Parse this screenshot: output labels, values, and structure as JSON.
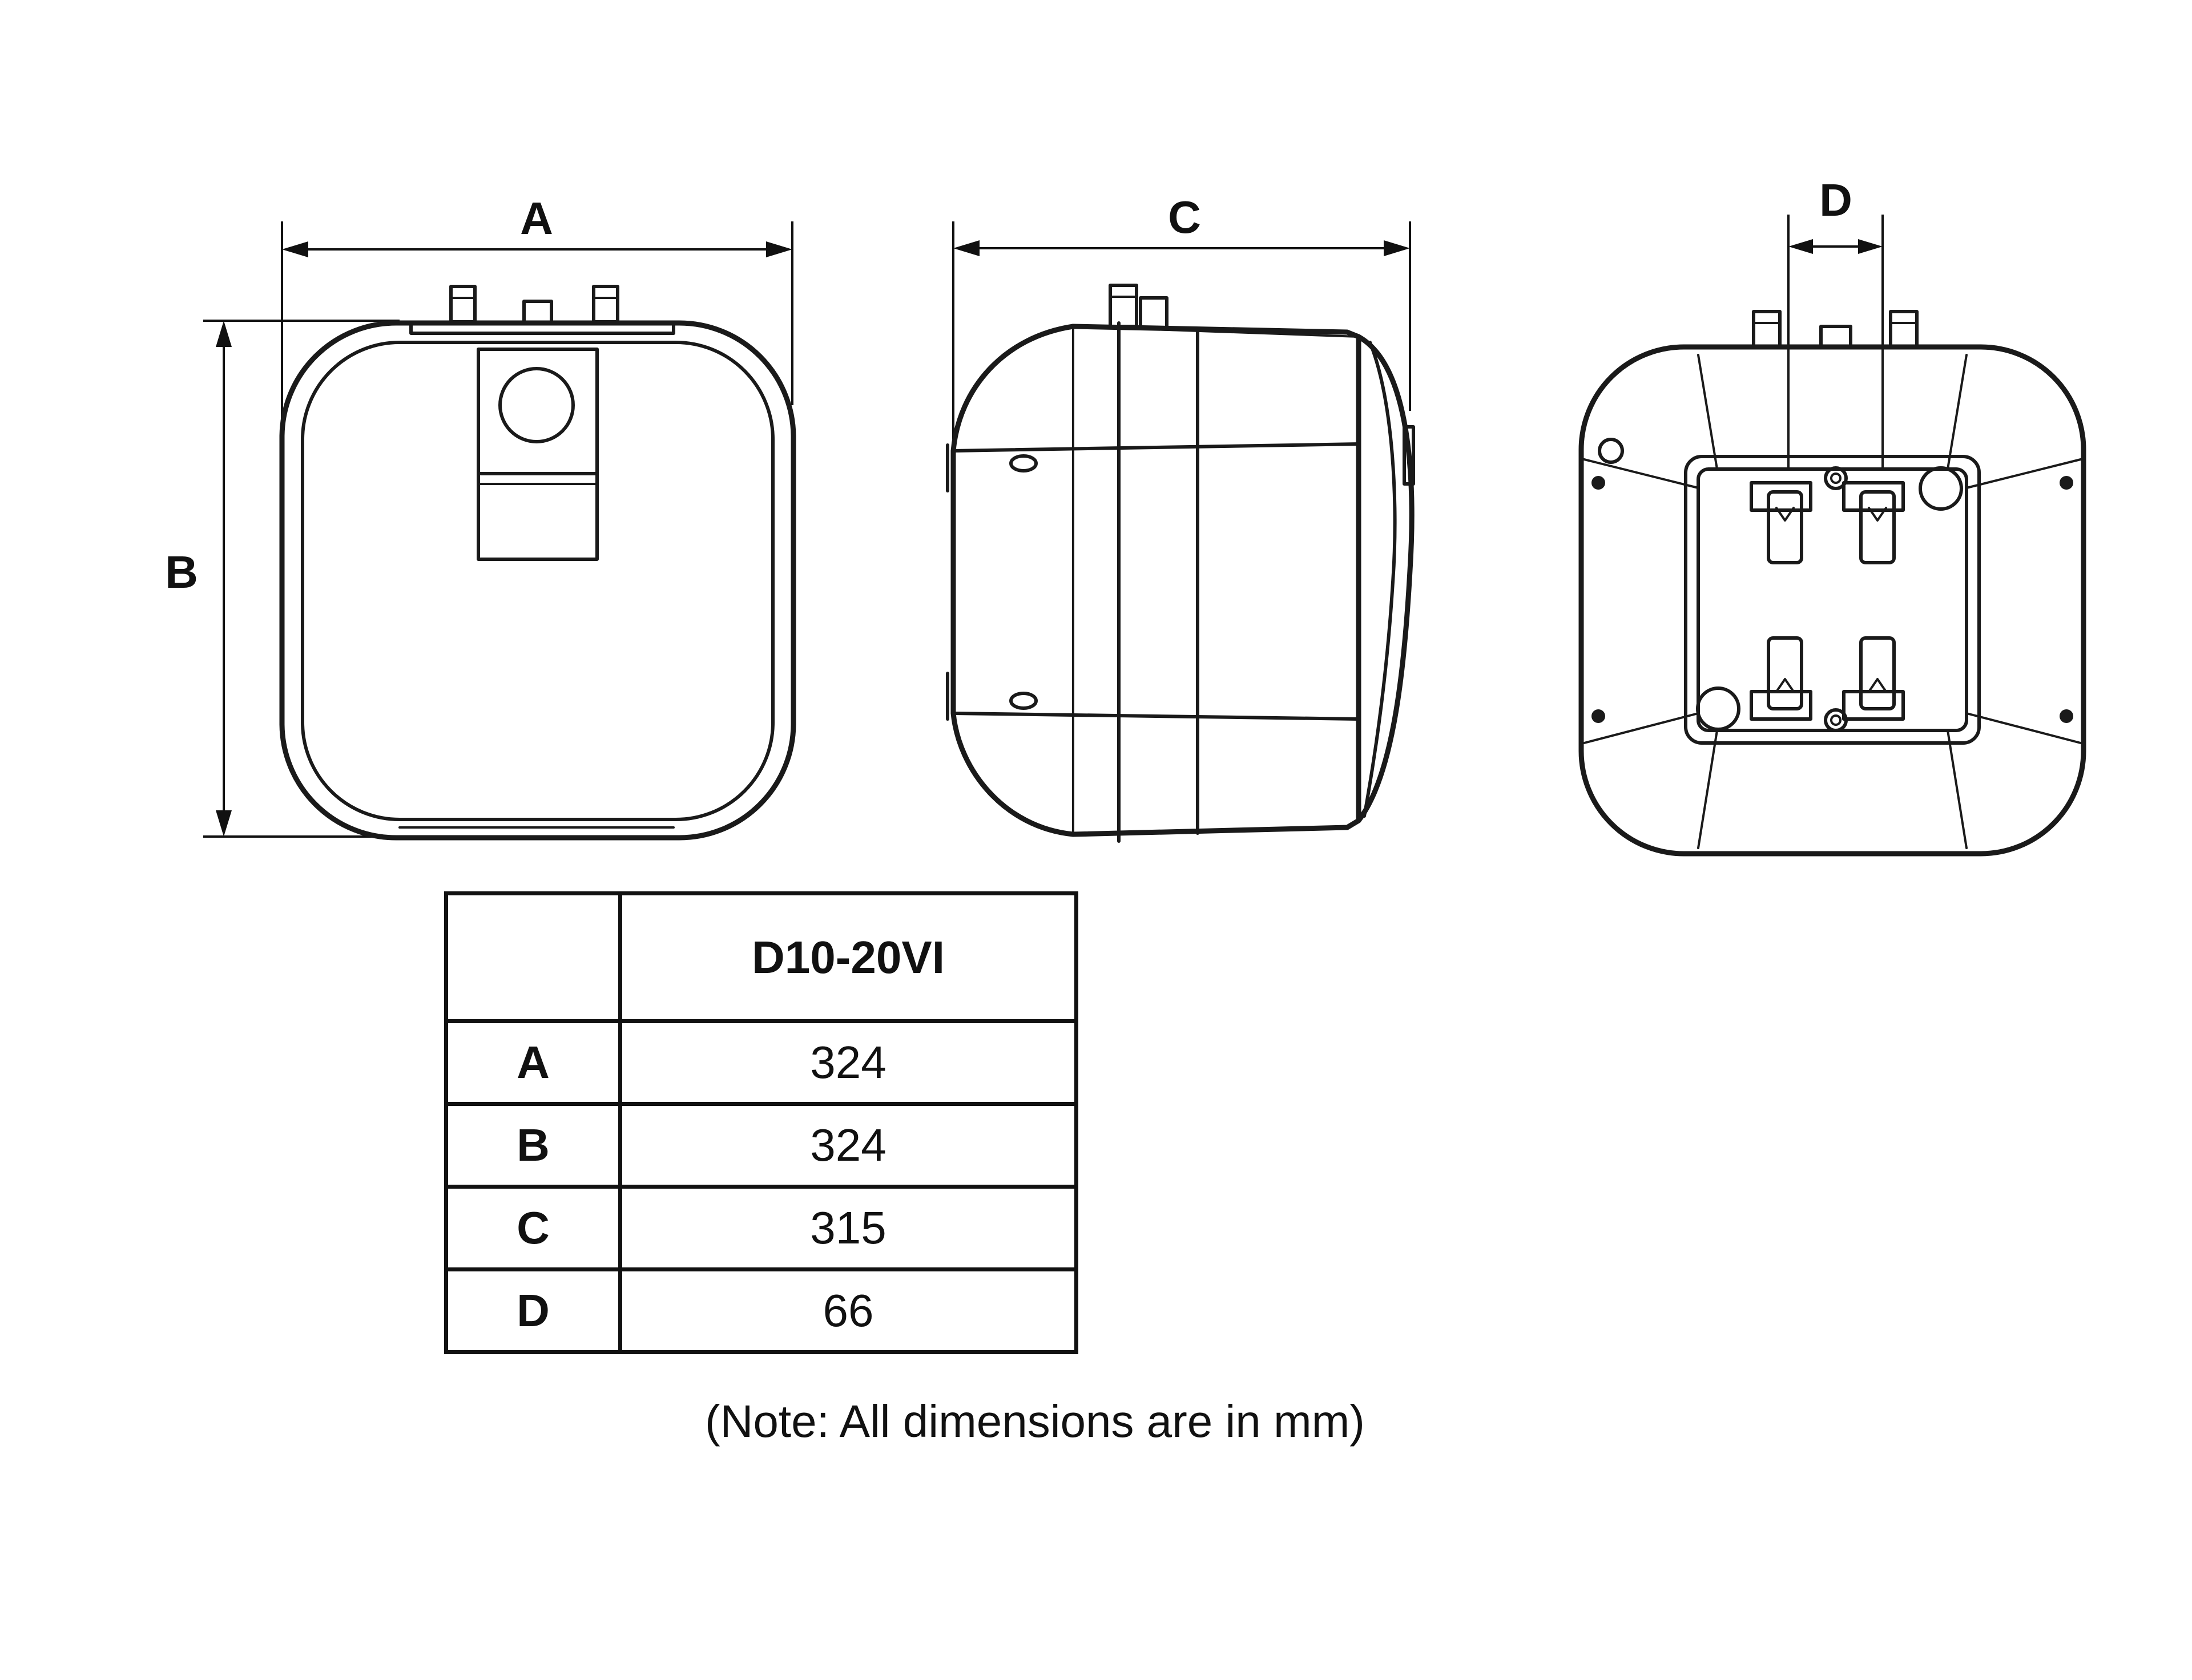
{
  "labels": {
    "A": "A",
    "B": "B",
    "C": "C",
    "D": "D"
  },
  "table": {
    "header": "D10-20VI",
    "rows": [
      {
        "label": "A",
        "value": "324"
      },
      {
        "label": "B",
        "value": "324"
      },
      {
        "label": "C",
        "value": "315"
      },
      {
        "label": "D",
        "value": "66"
      }
    ]
  },
  "note": "(Note: All dimensions are in mm)"
}
